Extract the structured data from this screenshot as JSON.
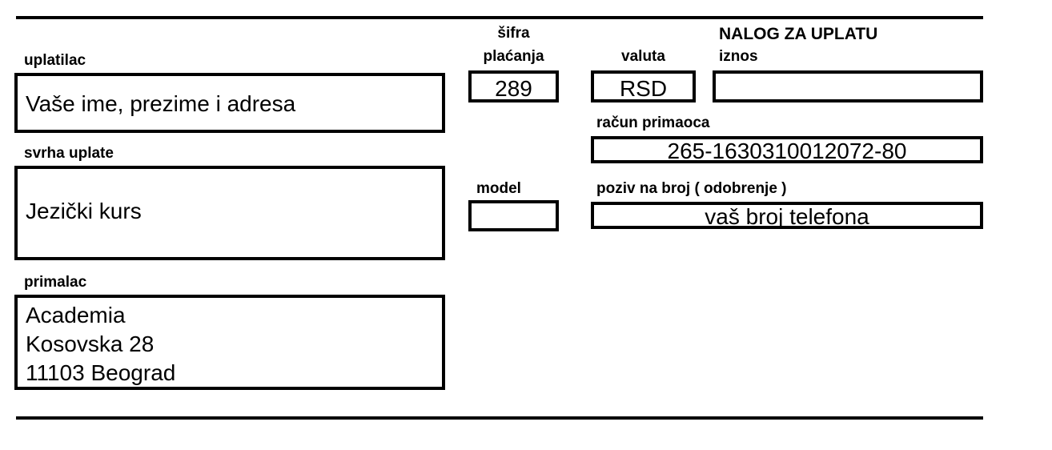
{
  "document": {
    "title": "NALOG ZA UPLATU",
    "language": "sr"
  },
  "payer_section": {
    "payer_label": "uplatilac",
    "payer_value": "Vaše ime, prezime i adresa",
    "purpose_label": "svrha uplate",
    "purpose_value": "Jezički kurs",
    "recipient_label": "primalac",
    "recipient_lines": [
      "Academia",
      "Kosovska 28",
      "11103 Beograd"
    ]
  },
  "payment_section": {
    "payment_code_label_line1": "šifra",
    "payment_code_label_line2": "plaćanja",
    "payment_code_value": "289",
    "currency_label": "valuta",
    "currency_value": "RSD",
    "amount_label": "iznos",
    "amount_value": "",
    "recipient_account_label": "račun primaoca",
    "recipient_account_value": "265-1630310012072-80",
    "model_label": "model",
    "model_value": "",
    "reference_label": "poziv na broj ( odobrenje )",
    "reference_value": "vaš broj telefona"
  },
  "style": {
    "ink": "#000000",
    "paper": "#ffffff"
  }
}
